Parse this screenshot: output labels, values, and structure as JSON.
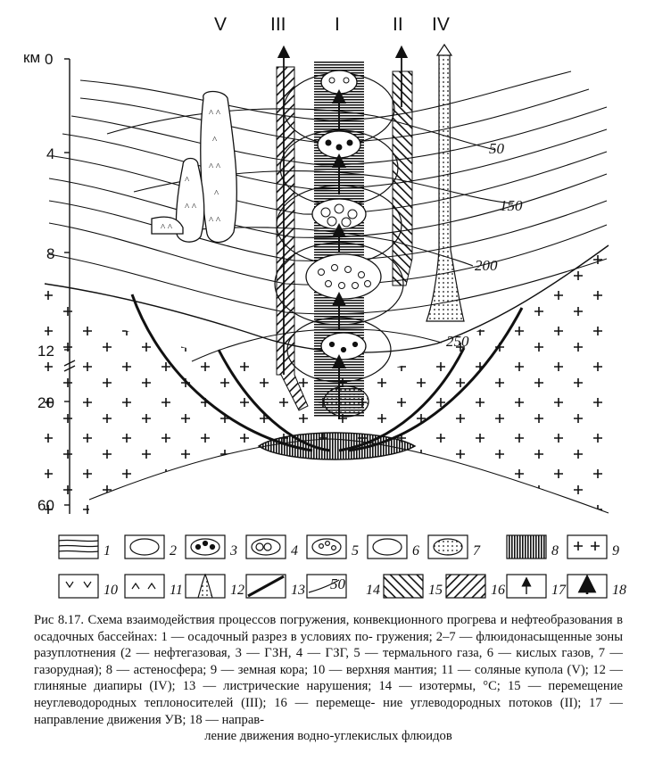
{
  "figure": {
    "columns": [
      "V",
      "III",
      "I",
      "II",
      "IV"
    ],
    "depth_axis": {
      "unit": "км",
      "ticks": [
        "0",
        "4",
        "8",
        "12",
        "20",
        "60"
      ]
    },
    "isotherm_labels": [
      "50",
      "150",
      "200",
      "250"
    ],
    "legend_numbers": [
      "1",
      "2",
      "3",
      "4",
      "5",
      "6",
      "7",
      "8",
      "9",
      "10",
      "11",
      "12",
      "13",
      "14",
      "15",
      "16",
      "17",
      "18"
    ],
    "legend_isotherm_sample": "50"
  },
  "caption": {
    "lines": [
      "Рис 8.17. Схема взаимодействия процессов погружения, конвекционного прогрева",
      "и нефтеобразования в осадочных бассейнах: 1 — осадочный разрез в условиях по-",
      "гружения; 2–7 — флюидонасыщенные зоны разуплотнения (2 — нефтегазовая,",
      "3 — ГЗН, 4 — ГЗГ, 5 — термального газа, 6 — кислых газов, 7 — газорудная);",
      "8 — астеносфера; 9 — земная кора; 10 — верхняя мантия; 11 — соляные купола",
      "(V); 12 — глиняные диапиры (IV); 13 — листрические нарушения; 14 — изотермы,",
      "°С; 15 — перемещение неуглеводородных теплоносителей (III); 16 — перемеще-",
      "ние углеводородных потоков (II); 17 — направление движения УВ; 18 — направ-",
      "ление движения водно-углекислых флюидов"
    ]
  }
}
